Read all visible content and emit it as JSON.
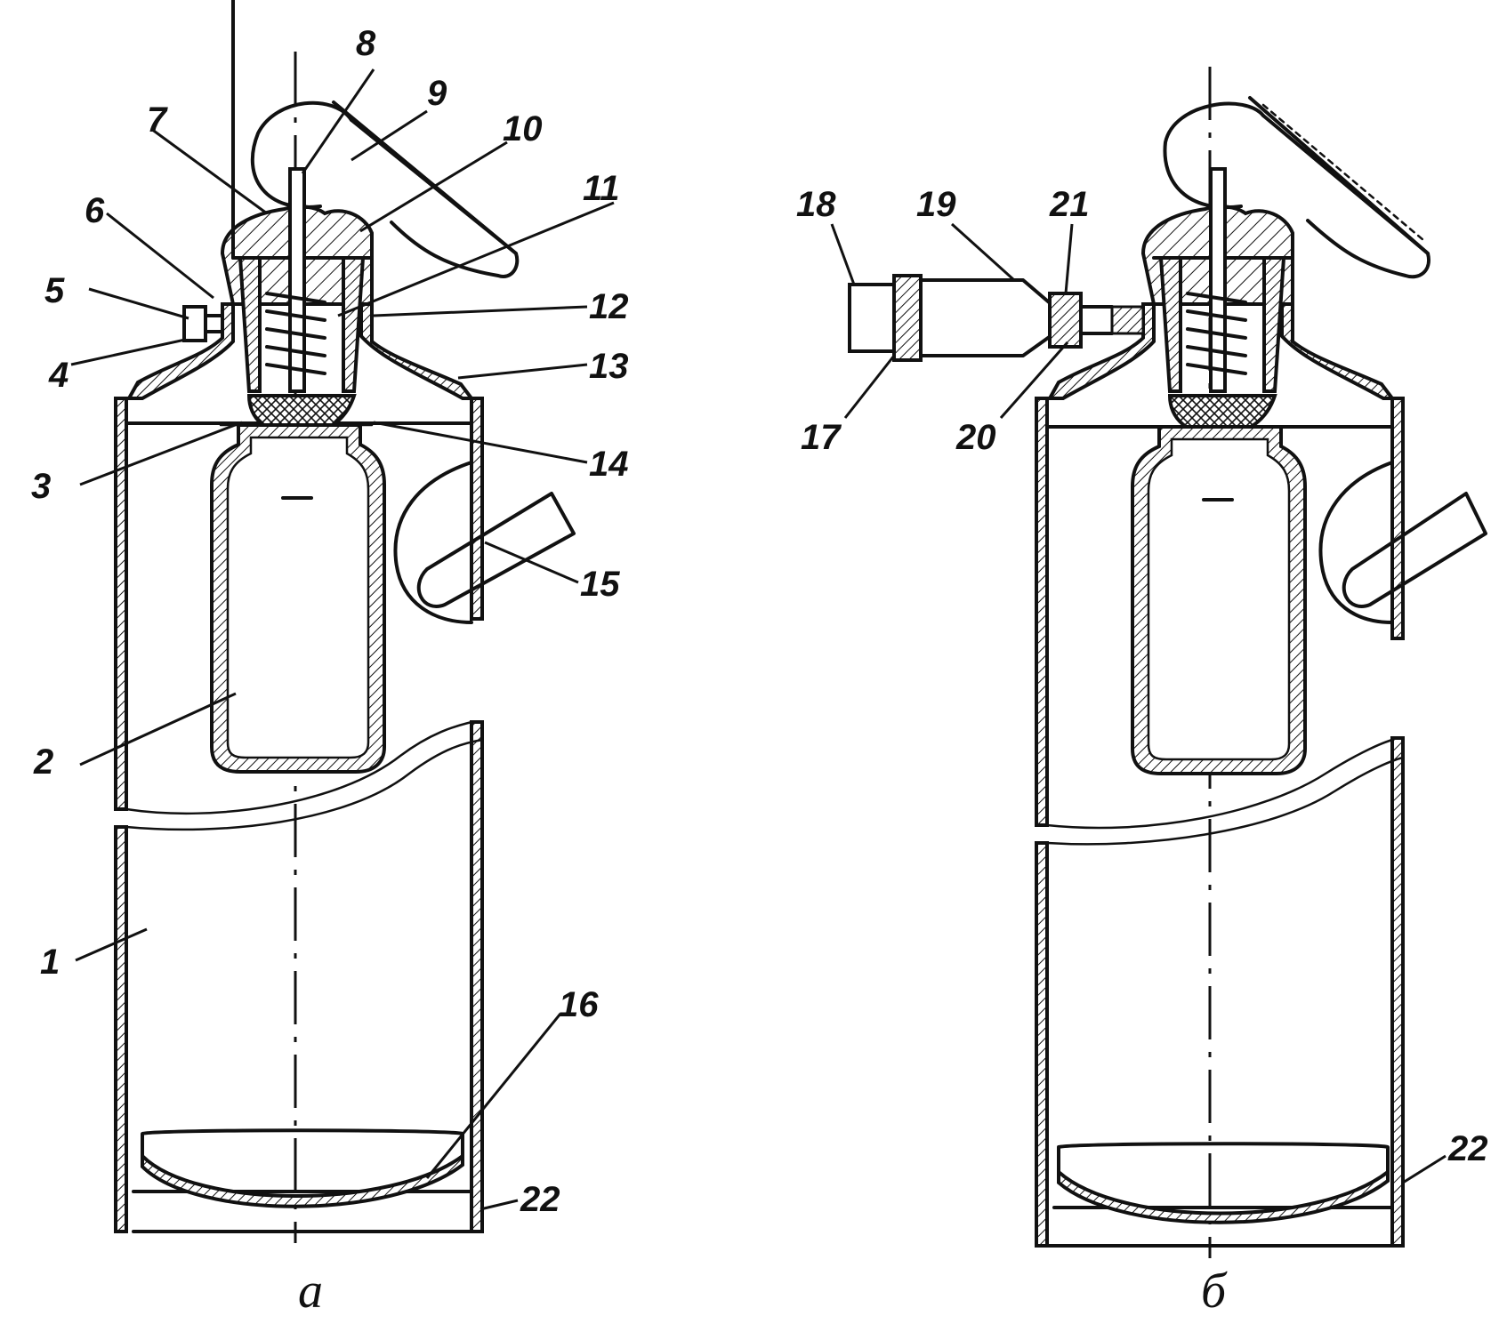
{
  "figure": {
    "caption_a": "a",
    "caption_b": "б"
  },
  "labels_a": [
    "1",
    "2",
    "3",
    "4",
    "5",
    "6",
    "7",
    "8",
    "9",
    "10",
    "11",
    "12",
    "13",
    "14",
    "15",
    "16",
    "22"
  ],
  "labels_b": [
    "17",
    "18",
    "19",
    "20",
    "21",
    "22"
  ]
}
